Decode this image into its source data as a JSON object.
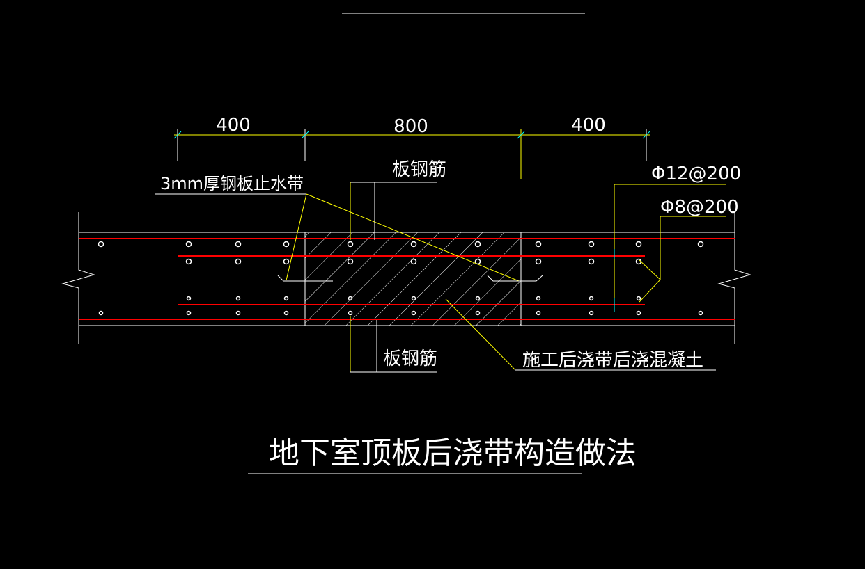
{
  "drawing": {
    "title": "地下室顶板后浇带构造做法",
    "dimensions": [
      "400",
      "800",
      "400"
    ],
    "labels": {
      "waterstop": "3mm厚钢板止水带",
      "slab_rebar_top": "板钢筋",
      "slab_rebar_bottom": "板钢筋",
      "post_cast_concrete": "施工后浇带后浇混凝土",
      "rebar_main": "Φ12@200",
      "rebar_additional": "Φ8@200"
    },
    "colors": {
      "background": "#000000",
      "lines": "#ffffff",
      "leaders": "#ffff00",
      "rebar": "#ff0000",
      "ticks": "#00ffff"
    }
  }
}
